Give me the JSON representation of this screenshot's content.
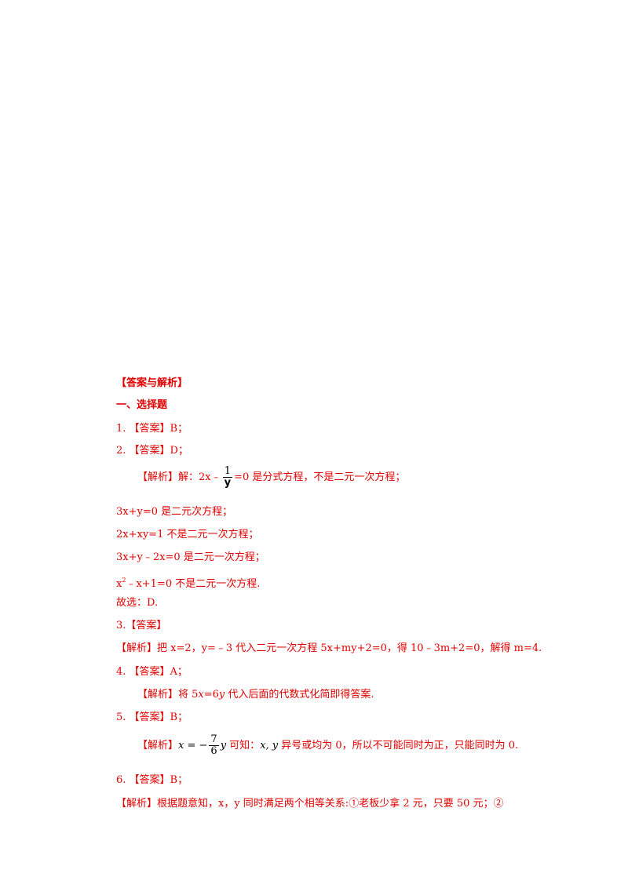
{
  "header": "【答案与解析】",
  "section": "一、选择题",
  "q1": "1.  【答案】B；",
  "q2": "2.  【答案】D；",
  "q2_analysis": {
    "before": "【解析】解：2x﹣",
    "frac_num": "1",
    "frac_den": "y",
    "after": "=0 是分式方程，不是二元一次方程；"
  },
  "q2_l1": "3x+y=0 是二元次方程；",
  "q2_l2": "2x+xy=1 不是二元一次方程；",
  "q2_l3": "3x+y﹣2x=0 是二元一次方程；",
  "q2_l4": {
    "base": "x",
    "sup": "2",
    "rest": "﹣x+1=0 不是二元一次方程."
  },
  "q2_choice": "故选：D.",
  "q3": "3.【答案】",
  "q3_analysis": "【解析】把 x=2，y=﹣3 代入二元一次方程 5x+my+2=0，得 10﹣3m+2=0，解得 m=4.",
  "q4": "4.  【答案】A；",
  "q4_analysis": {
    "before": "【解析】将 5",
    "x": "x",
    "mid": "=6",
    "y": "y",
    "after": " 代入后面的代数式化简即得答案."
  },
  "q5": "5.  【答案】B；",
  "q5_analysis": {
    "before": "【解析】",
    "lhs": "x = −",
    "frac_num": "7",
    "frac_den": "6",
    "y": "y",
    "mid": " 可知：",
    "xy": "x, y",
    "after": " 异号或均为 0，所以不可能同时为正，只能同时为 0."
  },
  "q6": "6.  【答案】B；",
  "q6_analysis": "【解析】根据题意知，x，y 同时满足两个相等关系:①老板少拿 2 元，只要 50 元；②"
}
